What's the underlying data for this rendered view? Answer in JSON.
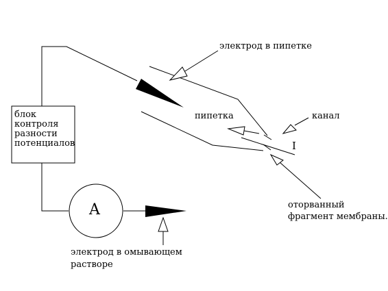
{
  "labels": {
    "pipette_electrode": "электрод в пипетке",
    "pipette": "пипетка",
    "channel": "канал",
    "current_symbol": "I",
    "fragment_line1": "оторванный",
    "fragment_line2": "фрагмент мембраны.",
    "bath_electrode_line1": "электрод в омывающем",
    "bath_electrode_line2": "растворе",
    "ammeter": "A"
  },
  "control_block": {
    "lines": [
      "блок",
      "контроля",
      "разности",
      "потенциалов"
    ]
  }
}
